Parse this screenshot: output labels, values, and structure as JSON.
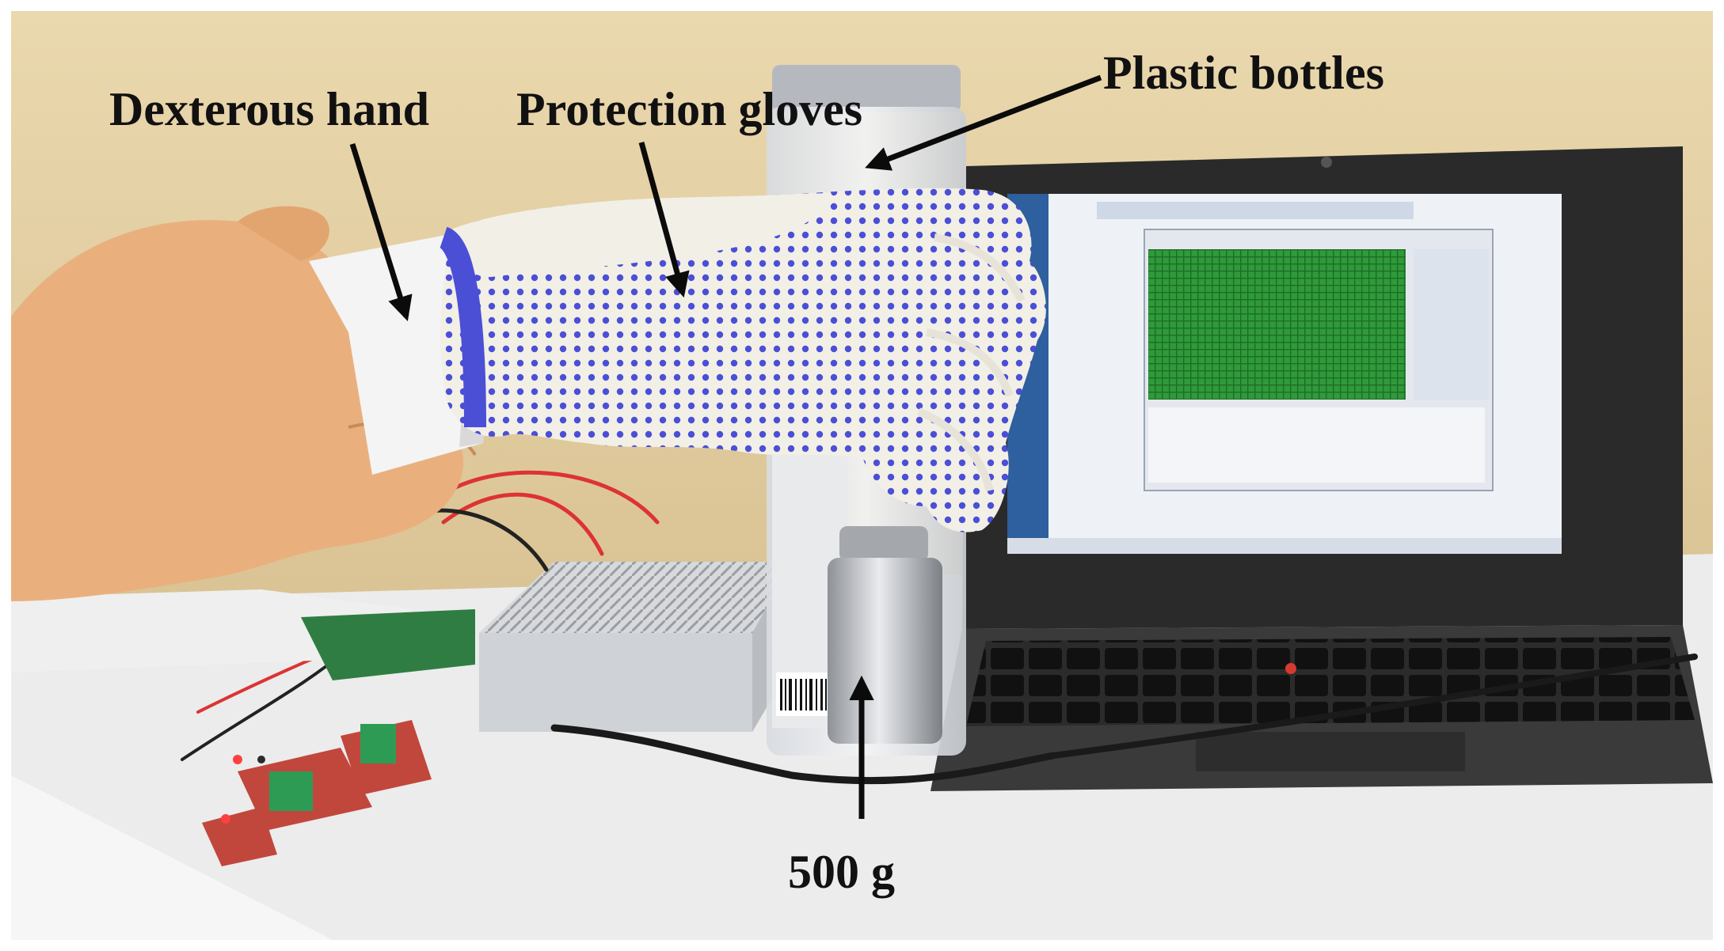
{
  "labels": {
    "dexterous_hand": "Dexterous hand",
    "protection_gloves": "Protection gloves",
    "plastic_bottles": "Plastic bottles",
    "weight": "500 g"
  },
  "colors": {
    "wall": "#e2cfa3",
    "table": "#ececec",
    "skin": "#e9b07e",
    "glove": "#f2efe6",
    "glove_dots": "#4b4fd6",
    "laptop": "#2a2a2a",
    "screen": "#eef2f7",
    "grid": "#2f9a3a",
    "metal": "#c5c8cc",
    "pcb": "#c1473c",
    "terminal": "#2e9b55",
    "arrow": "#0b0b0b"
  }
}
